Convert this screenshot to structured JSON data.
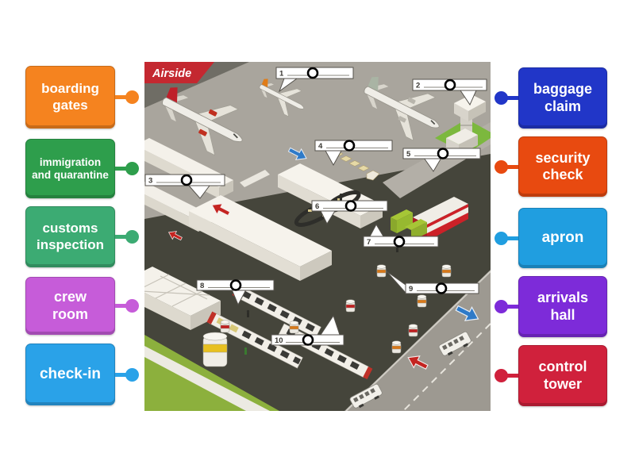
{
  "activity": {
    "kind": "labelled-diagram",
    "scene_banner": "Airside"
  },
  "left_labels": [
    {
      "id": "boarding-gates",
      "label": "boarding gates",
      "color": "#F5831F"
    },
    {
      "id": "immigration-and-quarantine",
      "label": "immigration and quarantine",
      "color": "#2E9E4C"
    },
    {
      "id": "customs-inspection",
      "label": "customs inspection",
      "color": "#3CAB73"
    },
    {
      "id": "crew-room",
      "label": "crew room",
      "color": "#C65CD9"
    },
    {
      "id": "check-in",
      "label": "check-in",
      "color": "#2AA2E8"
    }
  ],
  "right_labels": [
    {
      "id": "baggage-claim",
      "label": "baggage claim",
      "color": "#2136C8"
    },
    {
      "id": "security-check",
      "label": "security check",
      "color": "#E84A10"
    },
    {
      "id": "apron",
      "label": "apron",
      "color": "#209EE0"
    },
    {
      "id": "arrivals-hall",
      "label": "arrivals hall",
      "color": "#7D2BD9"
    },
    {
      "id": "control-tower",
      "label": "control tower",
      "color": "#D0213C"
    }
  ],
  "callouts": [
    {
      "number": "1"
    },
    {
      "number": "2"
    },
    {
      "number": "3"
    },
    {
      "number": "4"
    },
    {
      "number": "5"
    },
    {
      "number": "6"
    },
    {
      "number": "7"
    },
    {
      "number": "8"
    },
    {
      "number": "9"
    },
    {
      "number": "10"
    }
  ]
}
